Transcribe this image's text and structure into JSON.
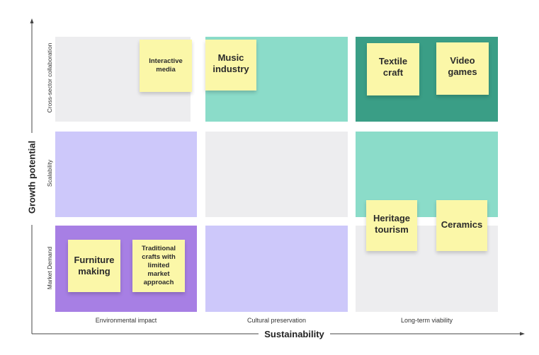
{
  "axes": {
    "y_title": "Growth potential",
    "x_title": "Sustainability",
    "rows": [
      "Cross-sector collaboration",
      "Scalability",
      "Market Demand"
    ],
    "columns": [
      "Environmental impact",
      "Cultural preservation",
      "Long-term viability"
    ]
  },
  "colors": {
    "light_gray": "#ededef",
    "light_teal": "#8bdcc9",
    "dark_teal": "#3a9e86",
    "lavender": "#cdc8fa",
    "purple": "#a77fe4",
    "note_yellow": "#fbf7a8"
  },
  "notes": {
    "interactive_media": "Interactive\nmedia",
    "music_industry": "Music\nindustry",
    "textile_craft": "Textile\ncraft",
    "video_games": "Video\ngames",
    "heritage_tourism": "Heritage\ntourism",
    "ceramics": "Ceramics",
    "furniture_making": "Furniture\nmaking",
    "traditional_crafts": "Traditional\ncrafts with\nlimited\nmarket\napproach"
  }
}
